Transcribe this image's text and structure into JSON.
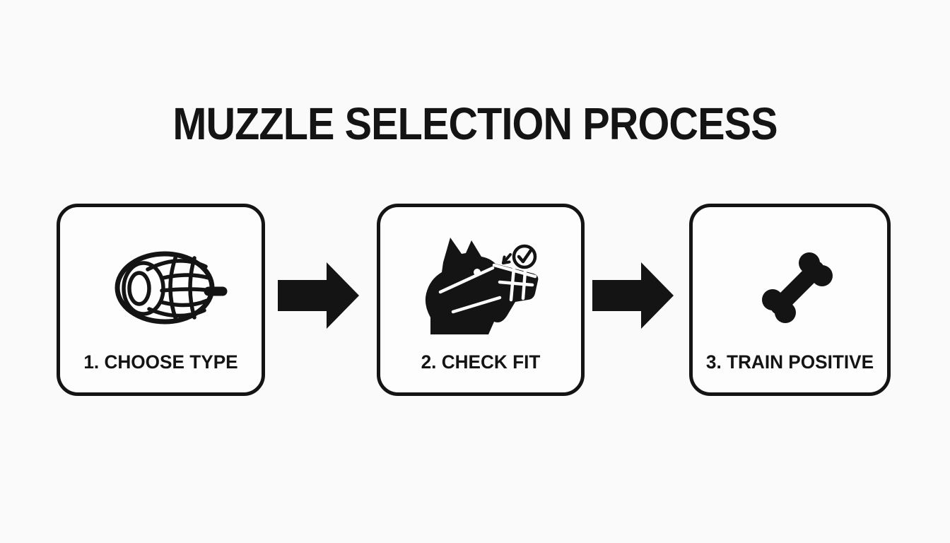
{
  "title": "MUZZLE SELECTION PROCESS",
  "colors": {
    "background": "#fafafa",
    "box_fill": "#fdfdfd",
    "ink": "#141414"
  },
  "steps": [
    {
      "label": "1. CHOOSE TYPE",
      "icon": "basket-muzzle-icon"
    },
    {
      "label": "2. CHECK FIT",
      "icon": "muzzled-dog-check-icon"
    },
    {
      "label": "3. TRAIN POSITIVE",
      "icon": "bone-icon"
    }
  ],
  "connectors": [
    {
      "icon": "arrow-right-icon"
    },
    {
      "icon": "arrow-right-icon"
    }
  ]
}
